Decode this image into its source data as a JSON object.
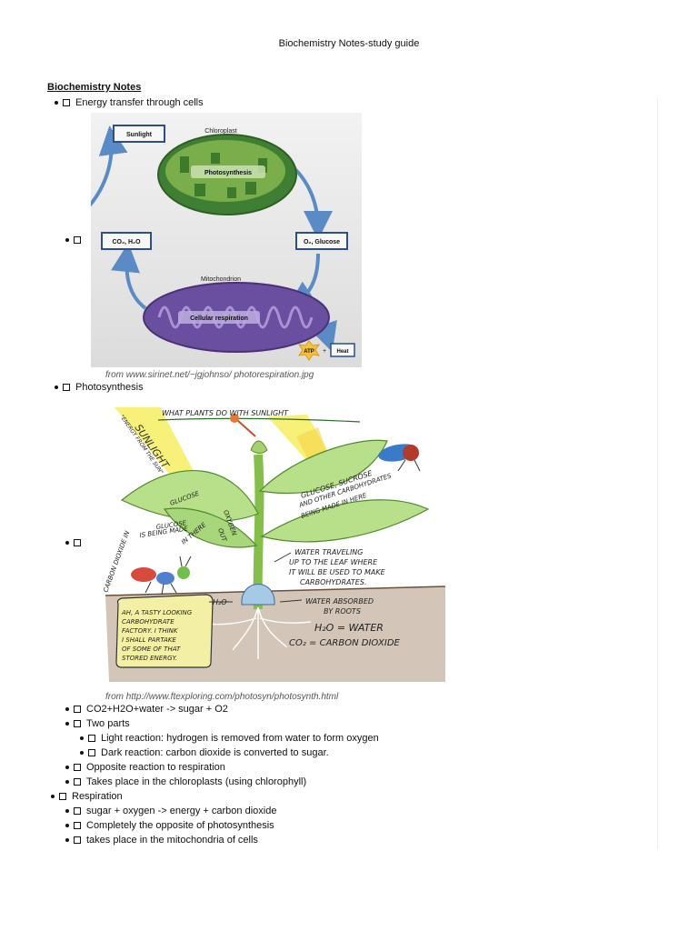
{
  "document": {
    "title": "Biochemistry Notes-study guide",
    "heading": "Biochemistry Notes"
  },
  "items": {
    "energy_transfer": "Energy transfer through cells",
    "photosynthesis": "Photosynthesis",
    "ps_equation": "CO2+H2O+water -> sugar + O2",
    "two_parts": "Two parts",
    "light_reaction": "Light reaction: hydrogen is removed from water to form oxygen",
    "dark_reaction": "Dark reaction: carbon dioxide is converted to sugar.",
    "opposite": "Opposite reaction to respiration",
    "chloroplasts": "Takes place in the chloroplasts (using chlorophyll)",
    "respiration": "Respiration",
    "resp_equation": "sugar + oxygen -> energy + carbon dioxide",
    "completely_opposite": "Completely the opposite of photosynthesis",
    "mitochondria": "takes place in the mitochondria of cells"
  },
  "figure1": {
    "caption": "from www.sirinet.net/~jgjohnso/ photorespiration.jpg",
    "labels": {
      "sunlight": "Sunlight",
      "chloroplast": "Chloroplast",
      "photosynthesis": "Photosynthesis",
      "co2_h2o": "CO₂, H₂O",
      "o2_glucose": "O₂, Glucose",
      "mitochondrion": "Mitochondrion",
      "cellular_respiration": "Cellular respiration",
      "atp": "ATP",
      "plus": "+",
      "heat": "Heat"
    }
  },
  "figure2": {
    "caption": "from http://www.ftexploring.com/photosyn/photosynth.html",
    "labels": {
      "title": "WHAT PLANTS DO WITH SUNLIGHT",
      "sunlight": "SUNLIGHT",
      "sun_energy": "\"ENERGY FROM THE SUN\"",
      "glucose_leaf": "GLUCOSE",
      "glucose_made_1": "GLUCOSE",
      "glucose_made_2": "IS BEING MADE",
      "glucose_made_3": "IN THERE",
      "oxygen_out_1": "OXYGEN",
      "oxygen_out_2": "OUT",
      "carbon_dioxide_in": "CARBON DIOXIDE IN",
      "sucrose_1": "GLUCOSE, SUCROSE",
      "sucrose_2": "AND OTHER CARBOHYDRATES",
      "sucrose_3": "BEING MADE IN HERE",
      "water_1": "WATER TRAVELING",
      "water_2": "UP TO THE LEAF WHERE",
      "water_3": "IT WILL BE USED TO MAKE",
      "water_4": "CARBOHYDRATES.",
      "h2o": "H₂O",
      "roots_1": "WATER ABSORBED",
      "roots_2": "BY ROOTS",
      "h2o_water": "H₂O = WATER",
      "co2_def": "CO₂ = CARBON DIOXIDE",
      "bug_1": "AH, A TASTY LOOKING",
      "bug_2": "CARBOHYDRATE",
      "bug_3": "FACTORY. I THINK",
      "bug_4": "I SHALL PARTAKE",
      "bug_5": "OF SOME OF THAT",
      "bug_6": "STORED ENERGY."
    }
  },
  "colors": {
    "chloroplast": "#4e8f3a",
    "mitochondrion": "#6a4ea0",
    "arrow": "#5a8bc4",
    "leaf": "#b9e08a",
    "sun": "#f4ec6a",
    "soil": "#c7b8a6"
  }
}
